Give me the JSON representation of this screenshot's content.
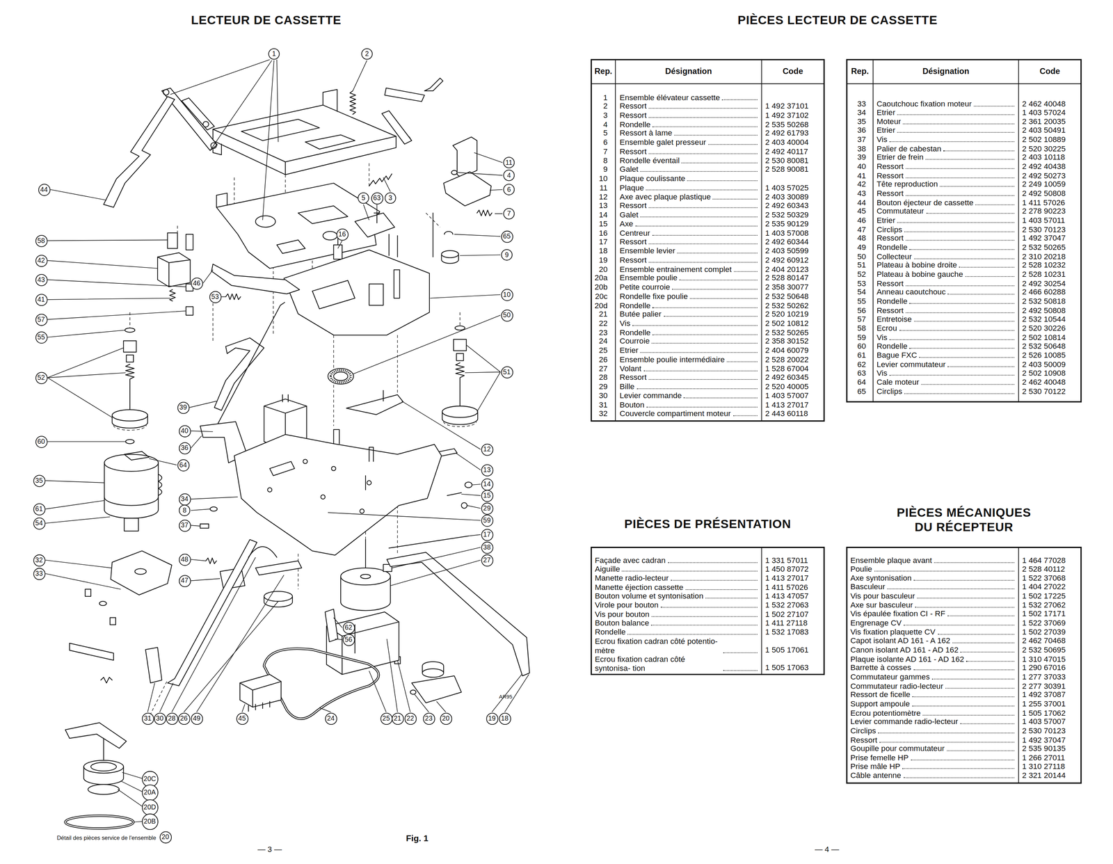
{
  "diagram": {
    "title": "LECTEUR DE CASSETTE",
    "caption": "Fig. 1",
    "nodes": [
      {
        "text": [
          "1"
        ]
      },
      {
        "text": [
          "2"
        ]
      },
      {
        "text": [
          "11"
        ]
      },
      {
        "text": [
          "4"
        ]
      },
      {
        "text": [
          "44"
        ]
      },
      {
        "text": [
          "6"
        ]
      },
      {
        "text": [
          "5"
        ]
      },
      {
        "text": [
          "63"
        ]
      },
      {
        "text": [
          "3"
        ]
      },
      {
        "text": [
          "7"
        ]
      },
      {
        "text": [
          "16"
        ]
      },
      {
        "text": [
          "65"
        ]
      },
      {
        "text": [
          "58"
        ]
      },
      {
        "text": [
          "9"
        ]
      },
      {
        "text": [
          "42"
        ]
      },
      {
        "text": [
          "43"
        ]
      },
      {
        "text": [
          "46"
        ]
      },
      {
        "text": [
          "10"
        ]
      },
      {
        "text": [
          "53"
        ]
      },
      {
        "text": [
          "41"
        ]
      },
      {
        "text": [
          "50"
        ]
      },
      {
        "text": [
          "57"
        ]
      },
      {
        "text": [
          "55"
        ]
      },
      {
        "text": [
          "51"
        ]
      },
      {
        "text": [
          "52"
        ]
      },
      {
        "text": [
          "39"
        ]
      },
      {
        "text": [
          "40"
        ]
      },
      {
        "text": [
          "60"
        ]
      },
      {
        "text": [
          "36"
        ]
      },
      {
        "text": [
          "12"
        ]
      },
      {
        "text": [
          "64"
        ]
      },
      {
        "text": [
          "13"
        ]
      },
      {
        "text": [
          "35"
        ]
      },
      {
        "text": [
          "14"
        ]
      },
      {
        "text": [
          "15"
        ]
      },
      {
        "text": [
          "34"
        ]
      },
      {
        "text": [
          "29"
        ]
      },
      {
        "text": [
          "61"
        ]
      },
      {
        "text": [
          "8"
        ]
      },
      {
        "text": [
          "59"
        ]
      },
      {
        "text": [
          "54"
        ]
      },
      {
        "text": [
          "37"
        ]
      },
      {
        "text": [
          "17"
        ]
      },
      {
        "text": [
          "38"
        ]
      },
      {
        "text": [
          "48"
        ]
      },
      {
        "text": [
          "32"
        ]
      },
      {
        "text": [
          "27"
        ]
      },
      {
        "text": [
          "33"
        ]
      },
      {
        "text": [
          "47"
        ]
      },
      {
        "text": [
          "62"
        ]
      },
      {
        "text": [
          "56"
        ]
      },
      {
        "text": [
          "31"
        ]
      },
      {
        "text": [
          "30"
        ]
      },
      {
        "text": [
          "28"
        ]
      },
      {
        "text": [
          "26"
        ]
      },
      {
        "text": [
          "49"
        ]
      },
      {
        "text": [
          "45"
        ]
      },
      {
        "text": [
          "24"
        ]
      },
      {
        "text": [
          "25"
        ]
      },
      {
        "text": [
          "21"
        ]
      },
      {
        "text": [
          "22"
        ]
      },
      {
        "text": [
          "23"
        ]
      },
      {
        "text": [
          "20"
        ]
      },
      {
        "text": [
          "19"
        ]
      },
      {
        "text": [
          "18"
        ]
      },
      {
        "text": [
          "20C"
        ]
      },
      {
        "text": [
          "20A"
        ]
      },
      {
        "text": [
          "20D"
        ]
      },
      {
        "text": [
          "20B"
        ]
      },
      {
        "text": [
          "20"
        ]
      }
    ],
    "labels": [
      "PIÈCES LECTEUR DE CASSETTE",
      "Rep.",
      "Désignation",
      "Code",
      "Rep.",
      "Désignation",
      "Code",
      "1",
      "Ensemble élévateur cassette",
      "2",
      "Ressort",
      "1 492 37101",
      "3",
      "Ressort",
      "1 492 37102",
      "4",
      "Rondelle",
      "2 535 50268",
      "5",
      "Ressort à lame",
      "2 492 61793",
      "6",
      "Ensemble galet presseur",
      "2 403 40004",
      "7",
      "Ressort",
      "2 492 40117",
      "8",
      "Rondelle éventail",
      "2 530 80081",
      "9",
      "Galet",
      "2 528 90081",
      "10",
      "Plaque coulissante",
      "11",
      "Plaque",
      "1 403 57025",
      "12",
      "Axe avec plaque plastique",
      "2 403 30089",
      "13",
      "Ressort",
      "2 492 60343",
      "14",
      "Galet",
      "2 532 50329",
      "15",
      "Axe",
      "2 535 90129",
      "16",
      "Centreur",
      "1 403 57008",
      "17",
      "Ressort",
      "2 492 60344",
      "18",
      "Ensemble levier",
      "2 403 50599",
      "19",
      "Ressort",
      "2 492 60912",
      "20",
      "Ensemble entrainement complet",
      "2 404 20123",
      "20a",
      "Ensemble poulie",
      "2 528 80147",
      "20b",
      "Petite courroie",
      "2 358 30077",
      "20c",
      "Rondelle fixe poulie",
      "2 532 50648",
      "20d",
      "Rondelle",
      "2 532 50262",
      "21",
      "Butée palier",
      "2 520 10219",
      "22",
      "Vis",
      "2 502 10812",
      "23",
      "Rondelle",
      "2 532 50265",
      "24",
      "Courroie",
      "2 358 30152",
      "25",
      "Etrier",
      "2 404 60079",
      "26",
      "Ensemble poulie intermédiaire",
      "2 528 20022",
      "27",
      "Volant",
      "1 528 67004",
      "28",
      "Ressort",
      "2 492 60345",
      "29",
      "Bille",
      "2 520 40005",
      "30",
      "Levier commande",
      "1 403 57007",
      "31",
      "Bouton",
      "1 413 27017",
      "32",
      "Couvercle compartiment moteur",
      "2 443 60118",
      "33",
      "Caoutchouc fixation moteur",
      "2 462 40048",
      "34",
      "Etrier",
      "1 403 57024",
      "35",
      "Moteur",
      "2 361 20035",
      "36",
      "Etrier",
      "2 403 50491",
      "37",
      "Vis",
      "2 502 10889",
      "38",
      "Palier de cabestan",
      "2 520 30225",
      "39",
      "Etrier de frein",
      "2 403 10118",
      "40",
      "Ressort",
      "2 492 40438",
      "41",
      "Ressort",
      "2 492 50273",
      "42",
      "Tête reproduction",
      "2 249 10059",
      "43",
      "Ressort",
      "2 492 50808",
      "44",
      "Bouton éjecteur de cassette",
      "1 411 57026",
      "45",
      "Commutateur",
      "2 278 90223",
      "46",
      "Etrier",
      "1 403 57011",
      "47",
      "Circlips",
      "2 530 70123",
      "48",
      "Ressort",
      "1 492 37047",
      "49",
      "Rondelle",
      "2 532 50265",
      "50",
      "Collecteur",
      "2 310 20218",
      "51",
      "Plateau à bobine droite",
      "2 528 10232",
      "52",
      "Plateau à bobine gauche",
      "2 528 10231",
      "53",
      "Ressort",
      "2 492 30254",
      "54",
      "Anneau caoutchouc",
      "2 466 60288",
      "55",
      "Rondelle",
      "2 532 50818",
      "56",
      "Ressort",
      "2 492 50808",
      "57",
      "Entretoise",
      "2 532 10544",
      "58",
      "Ecrou",
      "2 520 30226",
      "59",
      "Vis",
      "2 502 10814",
      "60",
      "Rondelle",
      "2 532 50648",
      "61",
      "Bague FXC",
      "2 526 10085",
      "62",
      "Levier commutateur",
      "2 403 50009",
      "63",
      "Vis",
      "2 502 10908",
      "64",
      "Cale moteur",
      "2 462 40048",
      "65",
      "Circlips",
      "2 530 70122",
      "PIÈCES DE PRÉSENTATION",
      "Façade avec cadran",
      "1 331 57011",
      "Aiguille",
      "1 450 87072",
      "Manette radio-lecteur",
      "1 413 27017",
      "Manette éjection cassette",
      "1 411 57026",
      "Bouton volume et syntonisation",
      "1 413 47057",
      "Virole pour bouton",
      "1 532 27063",
      "Vis pour bouton",
      "1 502 27107",
      "Bouton balance",
      "1 411 27118",
      "Rondelle",
      "1 532 17083",
      "Ecrou fixation cadran côté potentio- mètre",
      "1 505 17061",
      "Ecrou fixation cadran côté syntonisa- tion",
      "1 505 17063",
      "PIÈCES MÉCANIQUES DU RÉCEPTEUR",
      "Ensemble plaque avant",
      "1 464 77028",
      "Poulie",
      "2 528 40112",
      "Axe syntonisation",
      "1 522 37068",
      "Basculeur",
      "1 404 27022",
      "Vis pour basculeur",
      "1 502 17225",
      "Axe sur basculeur",
      "1 532 27062",
      "Vis épaulée fixation CI - RF",
      "1 502 17171",
      "Engrenage CV",
      "1 522 37069",
      "Vis fixation plaquette CV",
      "1 502 27039",
      "Capot isolant AD 161 - A 162",
      "2 462 70468",
      "Canon isolant AD 161 - AD 162",
      "2 532 50695",
      "Plaque isolante AD 161 - AD 162",
      "1 310 47015",
      "Barrette à cosses",
      "1 290 67016",
      "Commutateur gammes",
      "1 277 37033",
      "Commutateur radio-lecteur",
      "2 277 30391",
      "Ressort de ficelle",
      "1 492 37087",
      "Support ampoule",
      "1 255 37001",
      "Ecrou potentiomètre",
      "1 505 17062",
      "Levier commande radio-lecteur",
      "1 403 57007",
      "Circlips",
      "2 530 70123",
      "Ressort",
      "1 492 37047",
      "Goupille pour commutateur",
      "2 535 90135",
      "Prise femelle HP",
      "1 266 27011",
      "Prise mâle HP",
      "1 310 27118",
      "Câble antenne",
      "2 321 20144",
      "Détail des pièces service de l'ensemble",
      "AR95",
      "— 3 —",
      "— 4 —"
    ]
  }
}
